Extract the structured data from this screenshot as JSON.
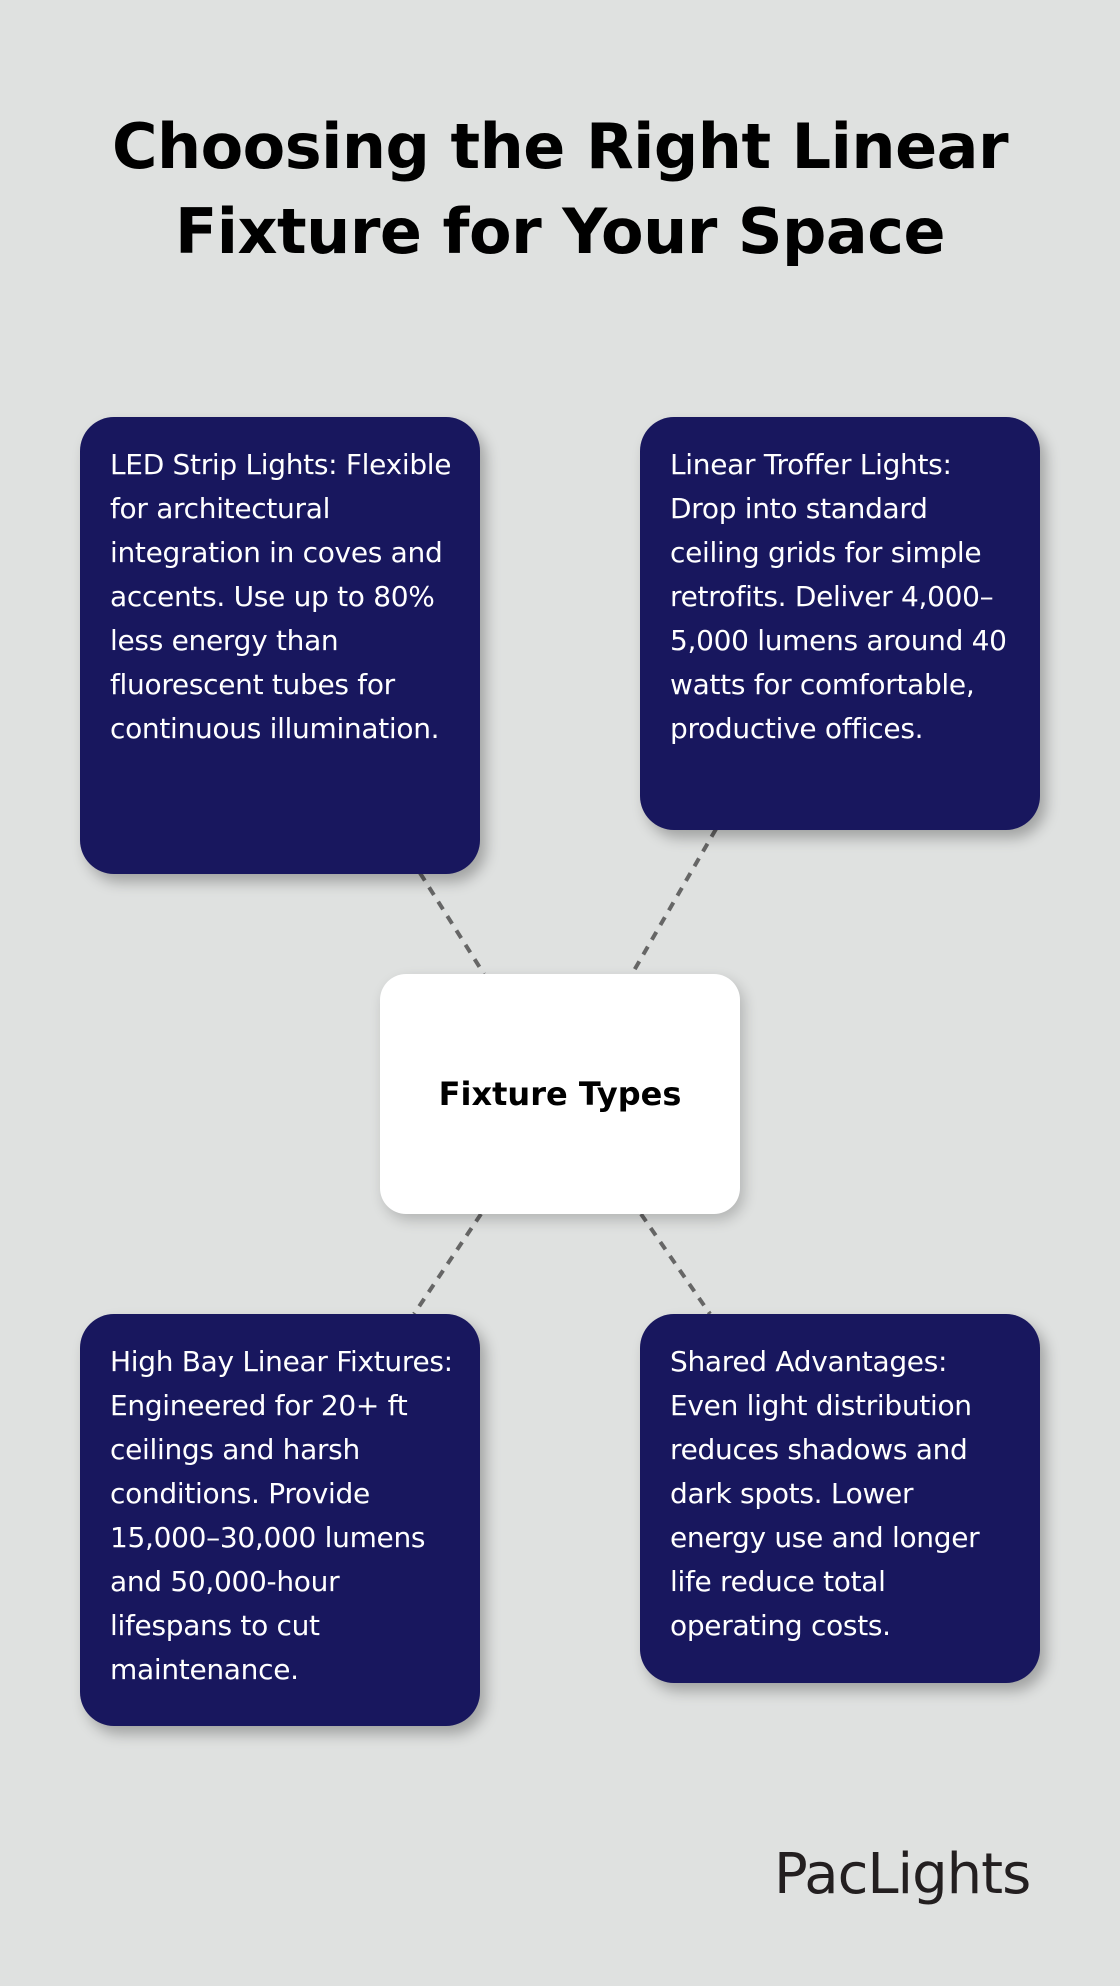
{
  "title": {
    "line1": "Choosing the Right Linear",
    "line2": "Fixture for Your Space"
  },
  "center": {
    "label": "Fixture Types"
  },
  "cards": [
    {
      "position": "top-left",
      "text": "LED Strip Lights: Flexible for architectural integration in coves and accents. Use up to 80% less energy than fluorescent tubes for continuous illumination."
    },
    {
      "position": "top-right",
      "text": "Linear Troffer Lights: Drop into standard ceiling grids for simple retrofits. Deliver 4,000–5,000 lumens around 40 watts for comfortable, productive offices."
    },
    {
      "position": "bottom-left",
      "text": "High Bay Linear Fixtures: Engineered for 20+ ft ceilings and harsh conditions. Provide 15,000–30,000 lumens and 50,000-hour lifespans to cut maintenance."
    },
    {
      "position": "bottom-right",
      "text": "Shared Advantages: Even light distribution reduces shadows and dark spots. Lower energy use and longer life reduce total operating costs."
    }
  ],
  "brand": {
    "logo_text": "PacLights"
  },
  "colors": {
    "background": "#dfe1e0",
    "card": "#18175e",
    "card_text": "#ffffff",
    "center_box": "#ffffff",
    "connector": "#666666",
    "logo": "#231f20"
  }
}
